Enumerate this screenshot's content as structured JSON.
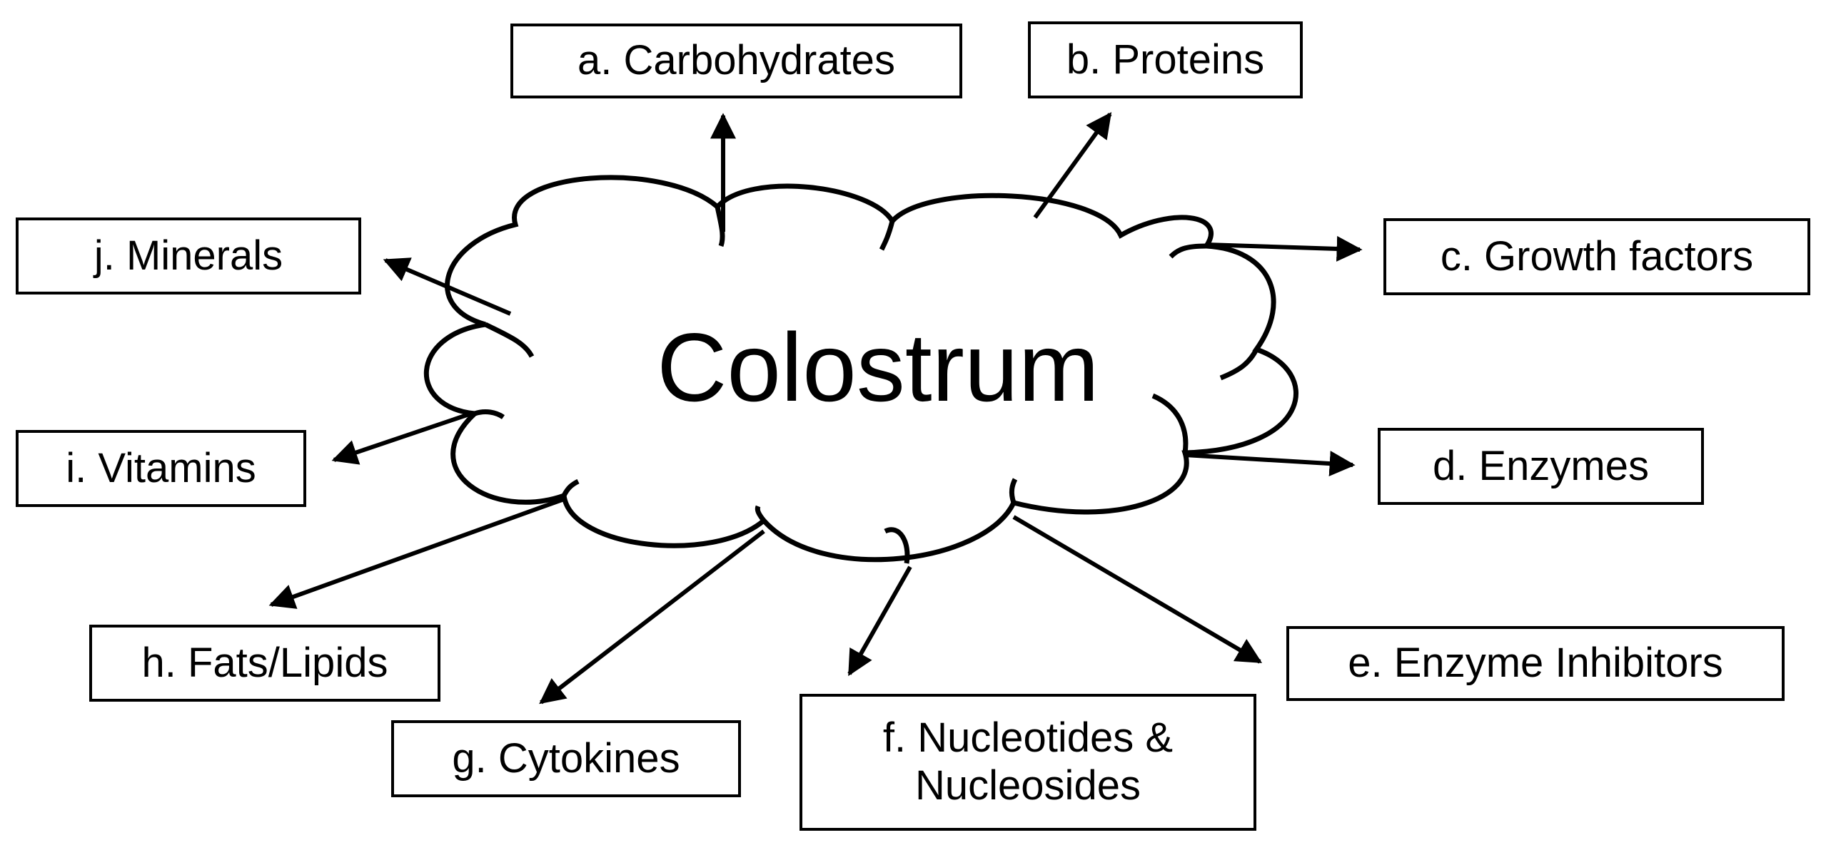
{
  "center": {
    "label": "Colostrum"
  },
  "components": {
    "a": {
      "label": "a. Carbohydrates"
    },
    "b": {
      "label": "b. Proteins"
    },
    "c": {
      "label": "c. Growth factors"
    },
    "d": {
      "label": "d. Enzymes"
    },
    "e": {
      "label": "e. Enzyme Inhibitors"
    },
    "f": {
      "line1": "f. Nucleotides &",
      "line2": "Nucleosides"
    },
    "g": {
      "label": "g. Cytokines"
    },
    "h": {
      "label": "h. Fats/Lipids"
    },
    "i": {
      "label": "i. Vitamins"
    },
    "j": {
      "label": "j. Minerals"
    }
  },
  "colors": {
    "stroke": "#000000",
    "fill": "#ffffff"
  }
}
